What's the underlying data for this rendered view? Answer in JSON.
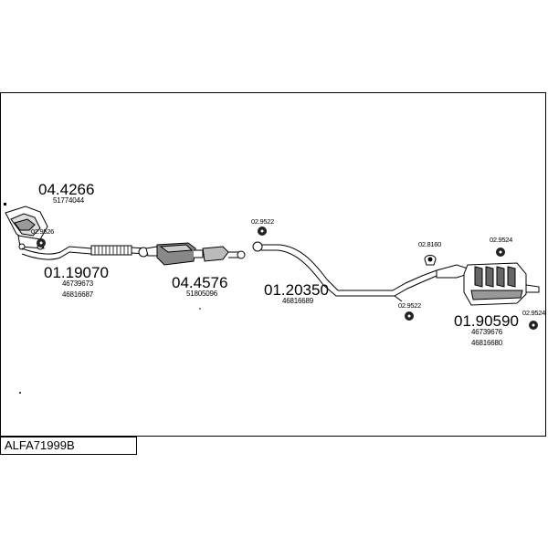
{
  "diagram": {
    "code": "ALFA71999B",
    "parts": [
      {
        "number": "04.4266",
        "oem": [
          "51774044"
        ]
      },
      {
        "number": "01.19070",
        "oem": [
          "46739673",
          "46816687"
        ]
      },
      {
        "number": "04.4576",
        "oem": [
          "51805096"
        ]
      },
      {
        "number": "01.20350",
        "oem": [
          "46816689"
        ]
      },
      {
        "number": "01.90590",
        "oem": [
          "46739676",
          "46816680"
        ]
      }
    ],
    "fittings": [
      "02.9526",
      "02.9522",
      "02.8160",
      "02.9522",
      "02.9524",
      "02.9524"
    ]
  },
  "colors": {
    "line": "#000000",
    "fill": "#ffffff",
    "shade": "#555555"
  }
}
